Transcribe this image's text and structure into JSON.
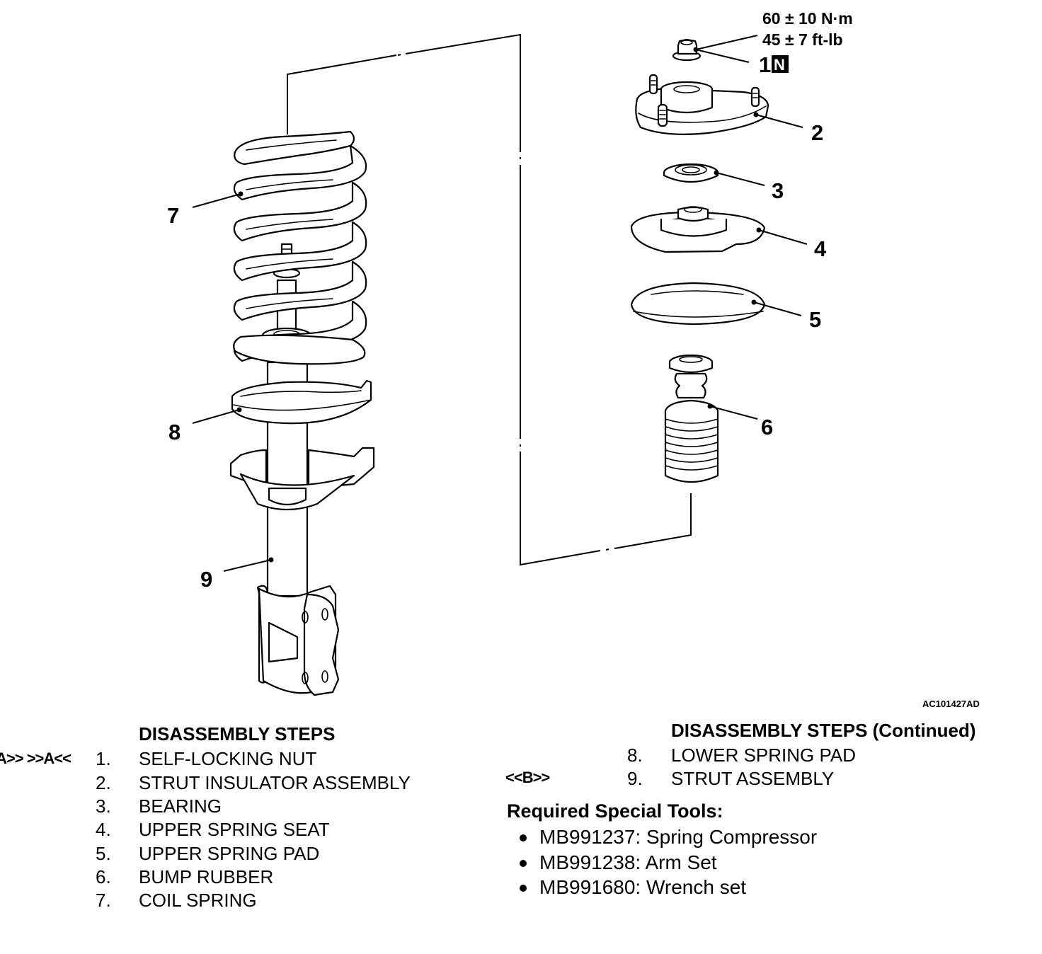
{
  "diagram": {
    "figure_id": "AC101427AD",
    "torque_spec": {
      "metric": "60 ± 10 N·m",
      "imperial": "45 ± 7 ft-lb",
      "callout_number": "1",
      "replace_badge": "N"
    },
    "callouts": [
      "2",
      "3",
      "4",
      "5",
      "6",
      "7",
      "8",
      "9"
    ]
  },
  "disassembly_steps": {
    "heading": "DISASSEMBLY STEPS",
    "items": [
      {
        "marker": "A>> >>A<<",
        "number": "1.",
        "label": "SELF-LOCKING NUT"
      },
      {
        "marker": "",
        "number": "2.",
        "label": "STRUT INSULATOR ASSEMBLY"
      },
      {
        "marker": "",
        "number": "3.",
        "label": "BEARING"
      },
      {
        "marker": "",
        "number": "4.",
        "label": "UPPER SPRING SEAT"
      },
      {
        "marker": "",
        "number": "5.",
        "label": "UPPER SPRING PAD"
      },
      {
        "marker": "",
        "number": "6.",
        "label": "BUMP RUBBER"
      },
      {
        "marker": "",
        "number": "7.",
        "label": "COIL SPRING"
      }
    ]
  },
  "disassembly_steps_continued": {
    "heading": "DISASSEMBLY STEPS (Continued)",
    "items": [
      {
        "marker": "",
        "number": "8.",
        "label": "LOWER SPRING PAD"
      },
      {
        "marker": "<<B>>",
        "number": "9.",
        "label": "STRUT ASSEMBLY"
      }
    ]
  },
  "special_tools": {
    "heading": "Required Special Tools:",
    "items": [
      "MB991237: Spring Compressor",
      "MB991238: Arm Set",
      "MB991680: Wrench set"
    ]
  }
}
